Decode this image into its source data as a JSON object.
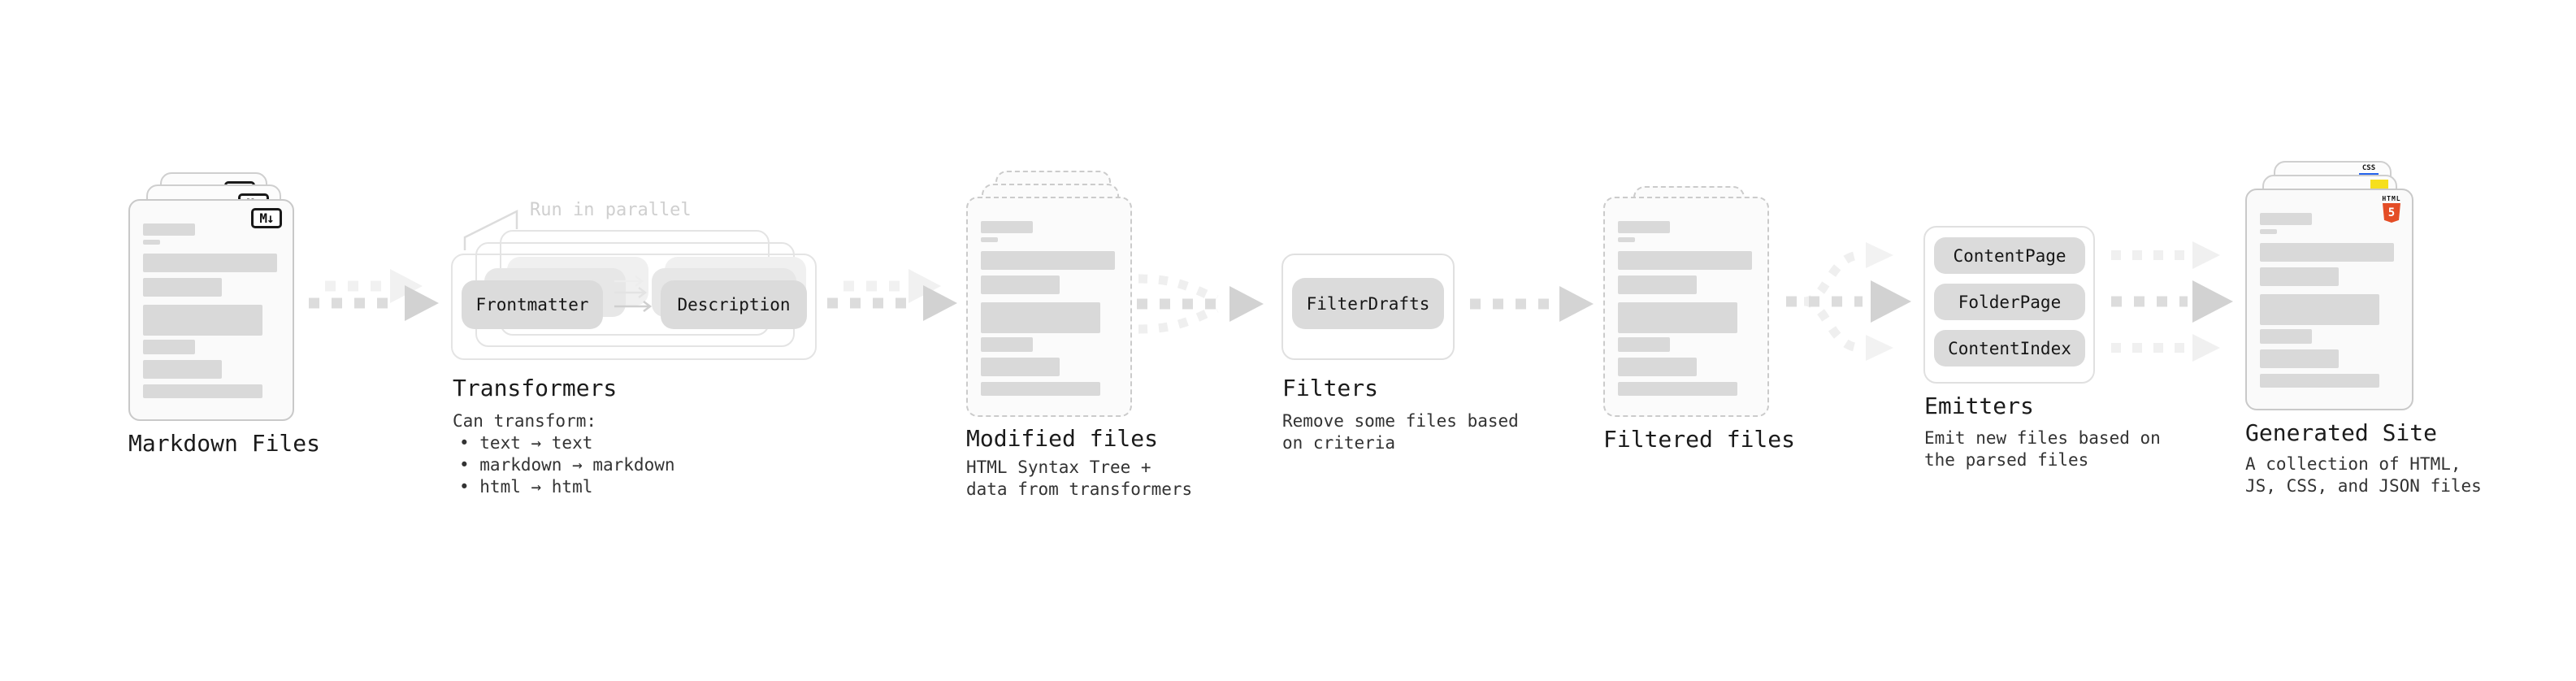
{
  "stages": {
    "markdown": {
      "label": "Markdown Files",
      "icon_text": "M↓"
    },
    "transformers": {
      "label": "Transformers",
      "annotation": "Run in parallel",
      "pill_left": "Frontmatter",
      "pill_right": "Description",
      "desc_title": "Can transform:",
      "bullets": [
        "• text → text",
        "• markdown → markdown",
        "• html → html"
      ]
    },
    "modified": {
      "label": "Modified files",
      "desc_lines": [
        "HTML Syntax Tree +",
        "data from transformers"
      ]
    },
    "filters": {
      "label": "Filters",
      "pill": "FilterDrafts",
      "desc_lines": [
        "Remove some files based",
        "on criteria"
      ]
    },
    "filtered": {
      "label": "Filtered files"
    },
    "emitters": {
      "label": "Emitters",
      "pills": [
        "ContentPage",
        "FolderPage",
        "ContentIndex"
      ],
      "desc_lines": [
        "Emit new files based on",
        "the parsed files"
      ]
    },
    "generated": {
      "label": "Generated Site",
      "desc_lines": [
        "A collection of HTML,",
        "JS, CSS, and JSON files"
      ],
      "badges": {
        "css": "CSS",
        "html_label": "HTML",
        "html_number": "5"
      }
    }
  },
  "colors": {
    "card_border": "#c9c9c9",
    "bar": "#d9d9d9",
    "pill_bg": "#dbdbdb",
    "arrow_main": "#d2d2d2",
    "arrow_light": "#f0f0f0",
    "html5_orange": "#e44d26",
    "js_yellow": "#f6df1d",
    "css_blue": "#2563eb"
  }
}
